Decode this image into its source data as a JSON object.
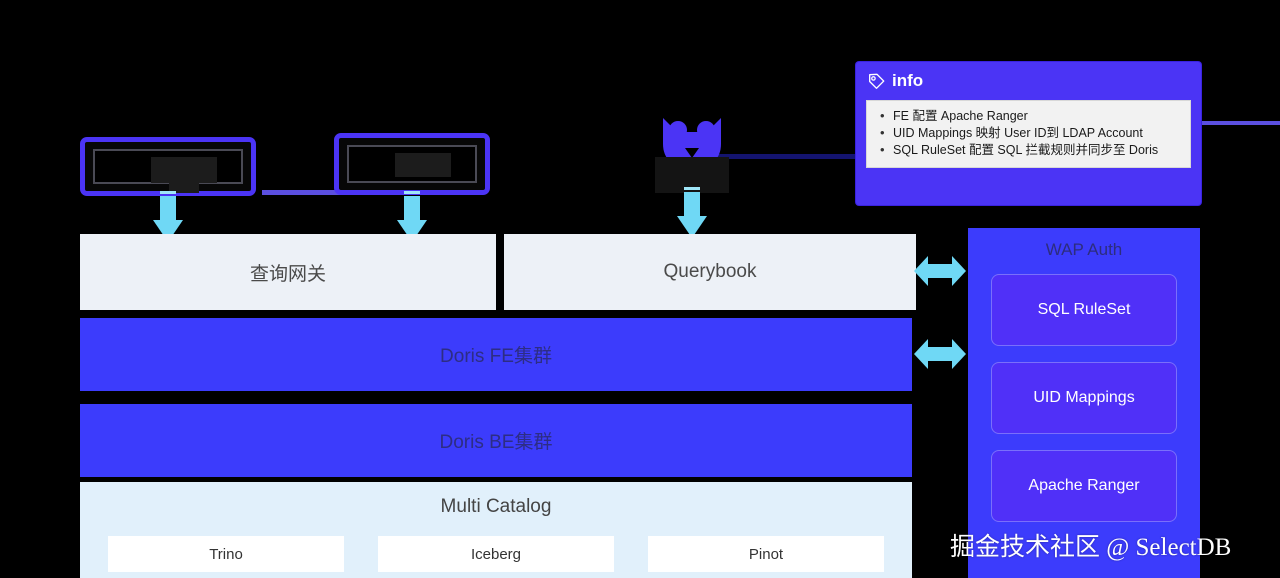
{
  "diagram": {
    "sources": [
      {
        "name": "source-box-left",
        "label": "",
        "redacted": true
      },
      {
        "name": "source-box-right",
        "label": "",
        "redacted": true
      }
    ],
    "querybook_source": {
      "icon": "cat-logo-icon",
      "label": "",
      "redacted": true
    },
    "gateway": {
      "label": "查询网关"
    },
    "querybook": {
      "label": "Querybook"
    },
    "fe_cluster": {
      "label": "Doris FE集群"
    },
    "be_cluster": {
      "label": "Doris BE集群"
    },
    "multi_catalog": {
      "title": "Multi Catalog",
      "items": [
        "Trino",
        "Iceberg",
        "Pinot"
      ]
    }
  },
  "auth_panel": {
    "title": "WAP Auth",
    "cards": [
      "SQL RuleSet",
      "UID Mappings",
      "Apache Ranger"
    ]
  },
  "info": {
    "icon": "tag-icon",
    "title": "info",
    "bullets": [
      "FE 配置 Apache Ranger",
      "UID Mappings 映射 User ID到 LDAP Account",
      "SQL RuleSet 配置 SQL 拦截规则并同步至 Doris"
    ]
  },
  "watermark": {
    "text": "掘金技术社区 @ SelectDB"
  },
  "colors": {
    "brand_blue": "#3C3CFC",
    "accent_purple": "#4B34F5",
    "arrow_cyan": "#6FD8F5",
    "panel_light": "#EDF1F7",
    "catalog_bg": "#E1F0FB"
  }
}
